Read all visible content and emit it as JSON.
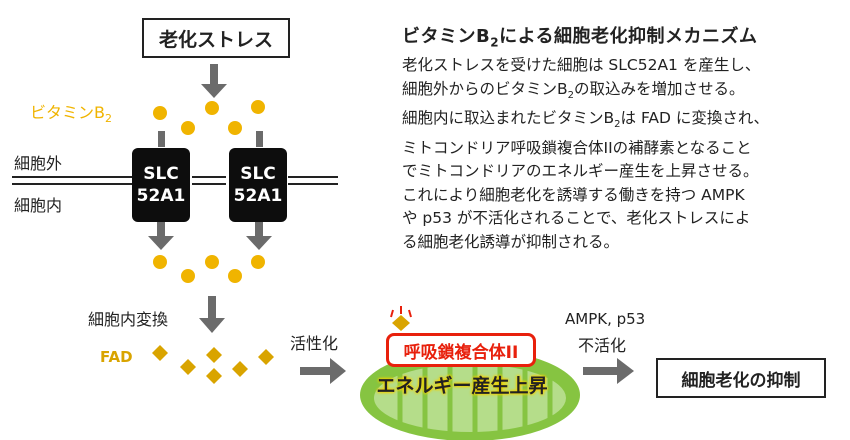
{
  "diagram": {
    "stress_box": "老化ストレス",
    "vitamin_label": "ビタミンB",
    "vitamin_sub": "2",
    "outside_label": "細胞外",
    "inside_label": "細胞内",
    "slc_line1": "SLC",
    "slc_line2": "52A1",
    "conversion_label": "細胞内変換",
    "fad_label": "FAD",
    "activation_label": "活性化",
    "complex_label": "呼吸鎖複合体II",
    "energy_label": "エネルギー産生上昇",
    "inhibit_line1": "AMPK, p53",
    "inhibit_line2": "不活化",
    "result_box": "細胞老化の抑制"
  },
  "description": {
    "title_main": "ビタミンB",
    "title_sub": "2",
    "title_rest": "による細胞老化抑制メカニズム",
    "lines": [
      "老化ストレスを受けた細胞は SLC52A1 を産生し、",
      "細胞外からのビタミンB",
      "細胞内に取込まれたビタミンB",
      "ミトコンドリア呼吸鎖複合体IIの補酵素となること",
      "でミトコンドリアのエネルギー産生を上昇させる。",
      "これにより細胞老化を誘導する働きを持つ AMPK",
      "や p53 が不活化されることで、老化ストレスによ",
      "る細胞老化誘導が抑制される。"
    ],
    "line2_sub": "2",
    "line2_rest": "の取込みを増加させる。",
    "line3_sub": "2",
    "line3_rest": "は FAD に変換され、"
  },
  "colors": {
    "vitamin": "#f0b400",
    "fad": "#d9a400",
    "arrow": "#6b6b6b",
    "complex_border": "#e8200c",
    "mito_green": "#86c441",
    "mito_light": "#b5dd8a"
  }
}
